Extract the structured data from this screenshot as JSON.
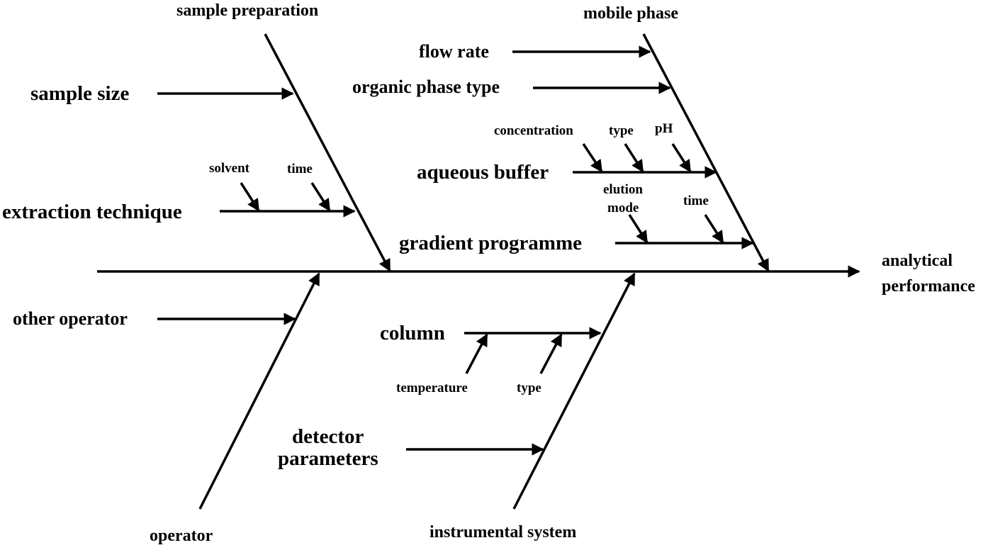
{
  "effect": {
    "line1": "analytical",
    "line2": "performance"
  },
  "categories": {
    "sample_preparation": {
      "label": "sample preparation",
      "causes": {
        "sample_size": "sample size",
        "extraction_technique": {
          "label": "extraction technique",
          "sub": [
            "solvent",
            "time"
          ]
        }
      }
    },
    "mobile_phase": {
      "label": "mobile phase",
      "causes": {
        "flow_rate": "flow rate",
        "organic_phase_type": "organic phase type",
        "aqueous_buffer": {
          "label": "aqueous buffer",
          "sub": [
            "concentration",
            "type",
            "pH"
          ]
        },
        "gradient_programme": {
          "label": "gradient programme",
          "sub_elution_line1": "elution",
          "sub_elution_line2": "mode",
          "sub_time": "time"
        }
      }
    },
    "operator": {
      "label": "operator",
      "causes": {
        "other_operator": "other operator"
      }
    },
    "instrumental_system": {
      "label": "instrumental system",
      "causes": {
        "column": {
          "label": "column",
          "sub": [
            "temperature",
            "type"
          ]
        },
        "detector_parameters": {
          "line1": "detector",
          "line2": "parameters"
        }
      }
    }
  }
}
